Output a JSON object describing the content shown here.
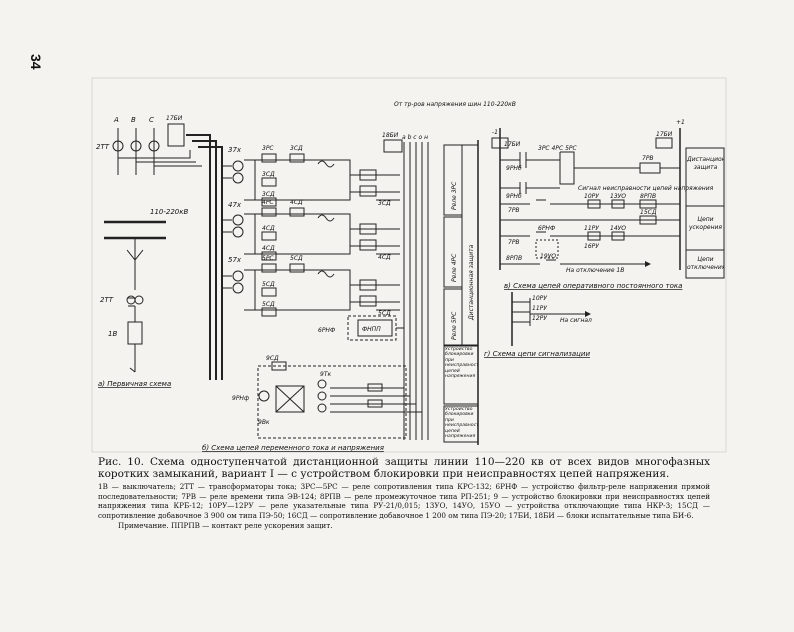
{
  "page_number": "34",
  "caption": "Рис. 10. Схема одноступенчатой дистанционной защиты линии 110—220 кв от всех видов многофазных коротких замыканий, вариант I — с устройством блокировки при неисправностях цепей напряжения.",
  "legend": "1В — выключатель; 2ТТ — трансформаторы тока; 3РС—5РС — реле сопротивления типа КРС-132; 6РНФ — устройство фильтр-реле напряжения прямой последовательности; 7РВ — реле времени типа ЭВ-124; 8РПВ — реле промежуточное типа РП-251; 9 — устройство блокировки при неисправностях цепей напряжения типа КРБ-12; 10РУ—12РУ — реле указательные типа РУ-21/0,015; 13УО, 14УО, 15УО — устройства отключающие типа НКР-3; 15СД — сопротивление добавочное 3 900 ом типа ПЭ-50; 16СД — сопротивление добавочное 1 200 ом типа ПЭ-20; 17БИ, 18БИ — блоки испытательные типа БИ-6.",
  "note": "Примечание. ППРПВ — контакт реле ускорения защит.",
  "labels": {
    "phase_a": "A",
    "phase_b": "B",
    "phase_c": "C",
    "tt_top": "2ТТ",
    "bi17": "17БИ",
    "tt_mid": "2ТТ",
    "line_v": "110-220кВ",
    "breaker": "1В",
    "sec_a": "а) Первичная схема",
    "vt_header": "От тр-ров напряжения шин 110-220кВ",
    "bus_letters": "а b c о н",
    "bi18": "18БИ",
    "t37": "37х",
    "t47": "47х",
    "t57": "57х",
    "r3pc": "3РС",
    "r3cd1": "3СД",
    "r3cd2": "3СД",
    "r3cd3": "3СД",
    "r3cd4": "3СД",
    "r4pc": "4РС",
    "r4cd1": "4СД",
    "r4cd2": "4СД",
    "r4cd3": "4СД",
    "r4cd4": "4СД",
    "r5pc": "5РС",
    "r5cd1": "5СД",
    "r5cd2": "5СД",
    "r5cd3": "5СД",
    "r5cd4": "5СД",
    "rele3": "Реле 3РС",
    "rele4": "Реле 4РС",
    "rele5": "Реле 5РС",
    "dist_prot": "Дистанционная защита",
    "rnf": "6РНФ",
    "fnpp": "ФНПП",
    "accel_block": "Устройство блокировки при неисправностях цепей напряжения",
    "block9": "Устройство блокировки при неисправностях цепей напряжения",
    "t9": "9Тк",
    "cd9": "9СД",
    "rnf9": "9РНф",
    "vk9": "9Вк",
    "sec_b": "б) Схема цепей переменного тока и напряжения",
    "dc_minus": "-1",
    "dc_plus": "+1",
    "dc_bi": "17БИ",
    "dc_bi2": "17БИ",
    "rnf_contact": "9РНб",
    "rnf_contact2": "9РНб",
    "pc_contacts": "3РС 4РС 5РС",
    "rv7": "7РВ",
    "rv7b": "7РВ",
    "signal1": "Сигнал неисправности цепей напряжения",
    "ru10": "10РУ",
    "uo13": "13УО",
    "rpv8": "8РПВ",
    "cd15": "15СД",
    "rv7c": "7РВ",
    "rnf6": "6РНФ",
    "ru11": "11РУ",
    "ru16": "16РУ",
    "uo14": "14УО",
    "rpv8b": "8РПВ",
    "uo19": "19УО",
    "trip": "На отключение 1В",
    "dist_box": "Дистанционная защита",
    "accel_box": "Цепи ускорения",
    "trip_box": "Цепи отключения",
    "sec_v": "в) Схема цепей оперативного постоянного тока",
    "ru10b": "10РУ",
    "ru11b": "11РУ",
    "ru12b": "12РУ",
    "signal2": "На сигнал",
    "sec_g": "г) Схема цепи сигнализации"
  }
}
